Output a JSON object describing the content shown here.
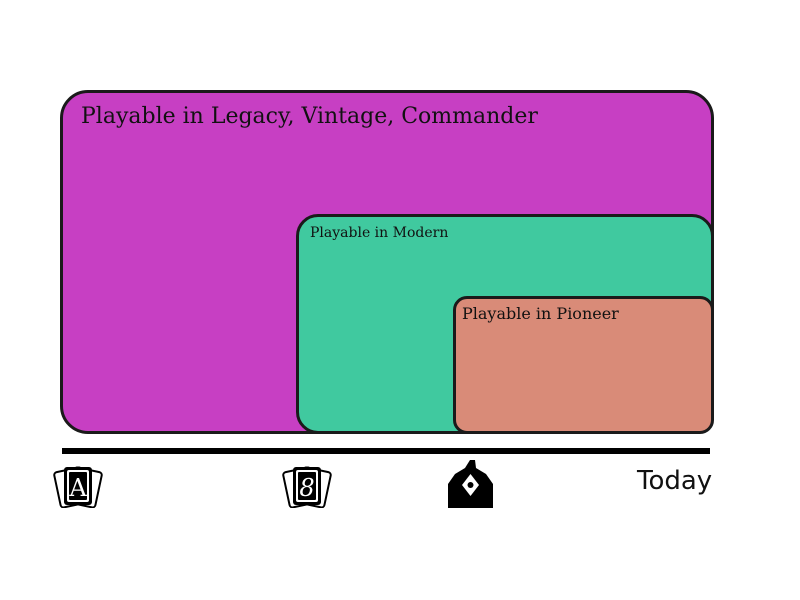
{
  "regions": {
    "legacy": {
      "label": "Playable in Legacy, Vintage, Commander",
      "color": "#c73fc3"
    },
    "modern": {
      "label": "Playable in Modern",
      "color": "#40c99f"
    },
    "pioneer": {
      "label": "Playable in Pioneer",
      "color": "#d98b78"
    }
  },
  "timeline": {
    "markers": [
      {
        "icon": "alpha-set-icon",
        "letter": "A"
      },
      {
        "icon": "eighth-edition-set-icon",
        "letter": "8"
      },
      {
        "icon": "pioneer-format-icon"
      }
    ],
    "end_label": "Today"
  },
  "colors": {
    "outline": "#1a1a1a",
    "axis": "#000000"
  }
}
